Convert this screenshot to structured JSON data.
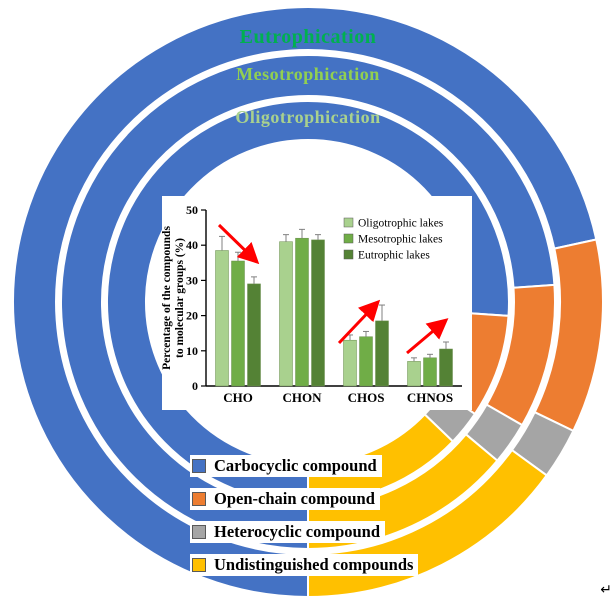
{
  "figure": {
    "background": "#FFFFFF",
    "return_mark": "↵"
  },
  "chart_data": [
    {
      "type": "pie",
      "subtype": "concentric-donut",
      "description": "Three concentric rings showing share of compound structural classes per trophic state",
      "rings": [
        {
          "name": "Eutrophication",
          "label_color": "#00B050",
          "values": [
            71.6,
            10.6,
            2.8,
            15.0
          ]
        },
        {
          "name": "Mesotrophication",
          "label_color": "#92D050",
          "values": [
            73.9,
            9.4,
            2.8,
            13.9
          ]
        },
        {
          "name": "Oligotrophication",
          "label_color": "#A9D18E",
          "values": [
            76.1,
            8.3,
            2.8,
            12.8
          ]
        }
      ],
      "categories": [
        "Carbocyclic compound",
        "Open-chain compound",
        "Heterocyclic compound",
        "Undistinguished compounds"
      ],
      "colors": [
        "#4472C4",
        "#ED7D31",
        "#A5A5A5",
        "#FFC000"
      ],
      "start_angle_deg": 180,
      "clockwise": true,
      "legend_position": "bottom-overlay"
    },
    {
      "type": "bar",
      "categories": [
        "CHO",
        "CHON",
        "CHOS",
        "CHNOS"
      ],
      "series": [
        {
          "name": "Oligotrophic lakes",
          "color": "#A9D18E",
          "values": [
            38.5,
            41.0,
            13.0,
            7.0
          ],
          "errors": [
            4.0,
            2.0,
            1.5,
            1.0
          ]
        },
        {
          "name": "Mesotrophic lakes",
          "color": "#70AD47",
          "values": [
            35.5,
            42.0,
            14.0,
            8.0
          ],
          "errors": [
            2.5,
            2.5,
            1.5,
            1.0
          ]
        },
        {
          "name": "Eutrophic lakes",
          "color": "#548235",
          "values": [
            29.0,
            41.5,
            18.5,
            10.5
          ],
          "errors": [
            2.0,
            1.5,
            4.5,
            2.0
          ]
        }
      ],
      "ylabel": "Percentage of the compounds to molecular groups (%)",
      "ylabel_lines": [
        "Percentage of the compounds",
        "to molecular groups (%)"
      ],
      "ylim": [
        0,
        50
      ],
      "yticks": [
        0,
        10,
        20,
        30,
        40,
        50
      ],
      "grid": false,
      "legend_position": "top-right",
      "error_bar_color": "#808080",
      "annotations": [
        {
          "type": "arrow",
          "color": "#FF0000",
          "trend": "decrease",
          "over_category": "CHO",
          "x1": 219,
          "y1": 225,
          "x2": 256,
          "y2": 261
        },
        {
          "type": "arrow",
          "color": "#FF0000",
          "trend": "increase",
          "over_category": "CHOS",
          "x1": 339,
          "y1": 343,
          "x2": 377,
          "y2": 303
        },
        {
          "type": "arrow",
          "color": "#FF0000",
          "trend": "increase",
          "over_category": "CHNOS",
          "x1": 407,
          "y1": 353,
          "x2": 445,
          "y2": 321
        }
      ]
    }
  ]
}
